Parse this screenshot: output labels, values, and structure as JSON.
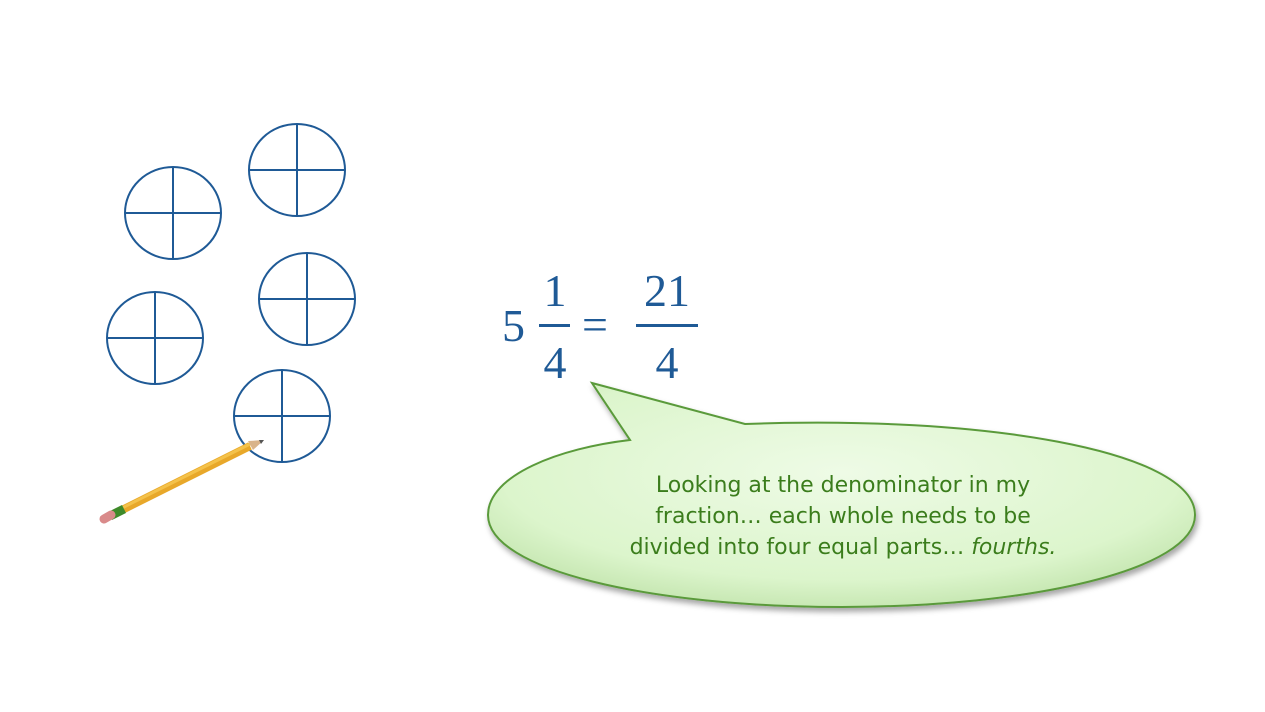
{
  "equation": {
    "whole": "5",
    "left_numerator": "1",
    "left_denominator": "4",
    "equals": "=",
    "right_numerator": "21",
    "right_denominator": "4"
  },
  "speech_bubble": {
    "line1": "Looking at the denominator in my",
    "line2": "fraction… each whole needs to be",
    "line3_plain": "divided into four equal parts… ",
    "line3_italic": "fourths."
  },
  "colors": {
    "circle_stroke": "#1f5a96",
    "bubble_fill": "#e2f7d6",
    "bubble_stroke": "#5a9a3a",
    "text_green": "#3b7d1c"
  },
  "circle_count": 5
}
